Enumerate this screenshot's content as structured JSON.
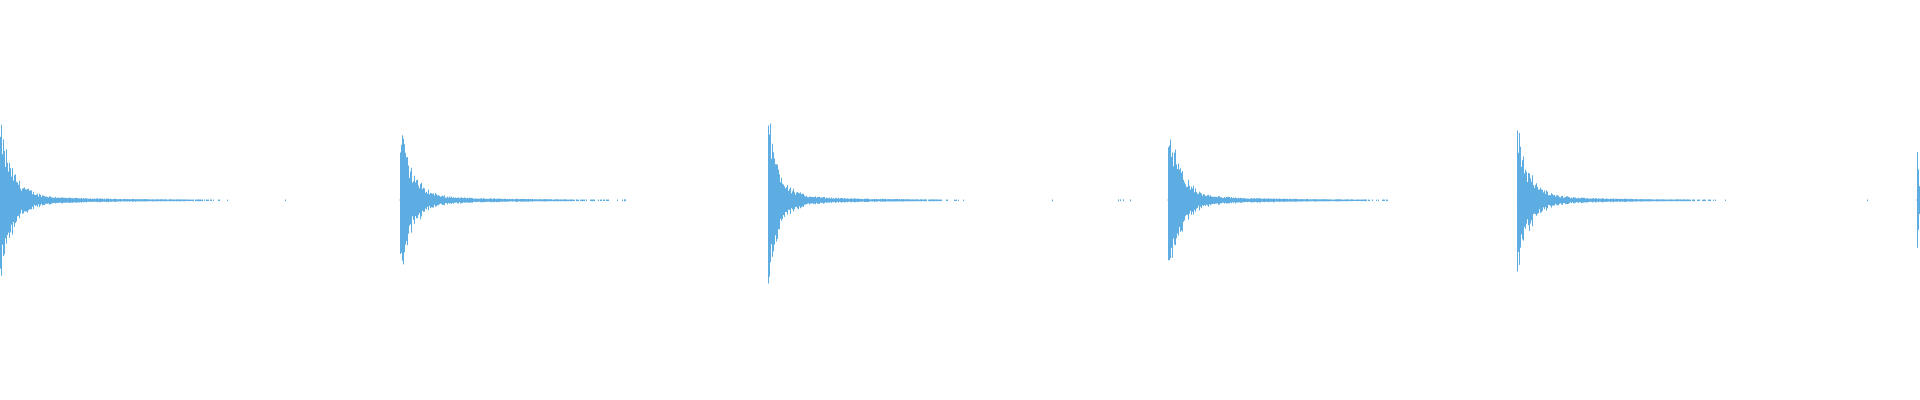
{
  "waveform": {
    "color": "#5dade2",
    "background": "#ffffff",
    "transients": [
      {
        "time": 0.0,
        "amplitude": 0.78,
        "decay": 0.055
      },
      {
        "time": 0.208,
        "amplitude": 0.86,
        "decay": 0.05
      },
      {
        "time": 0.4,
        "amplitude": 0.9,
        "decay": 0.045
      },
      {
        "time": 0.608,
        "amplitude": 0.95,
        "decay": 0.05
      },
      {
        "time": 0.79,
        "amplitude": 0.8,
        "decay": 0.05
      },
      {
        "time": 0.998,
        "amplitude": 0.74,
        "decay": 0.01
      }
    ],
    "time_range": [
      0,
      1
    ],
    "amplitude_range": [
      -1,
      1
    ]
  }
}
